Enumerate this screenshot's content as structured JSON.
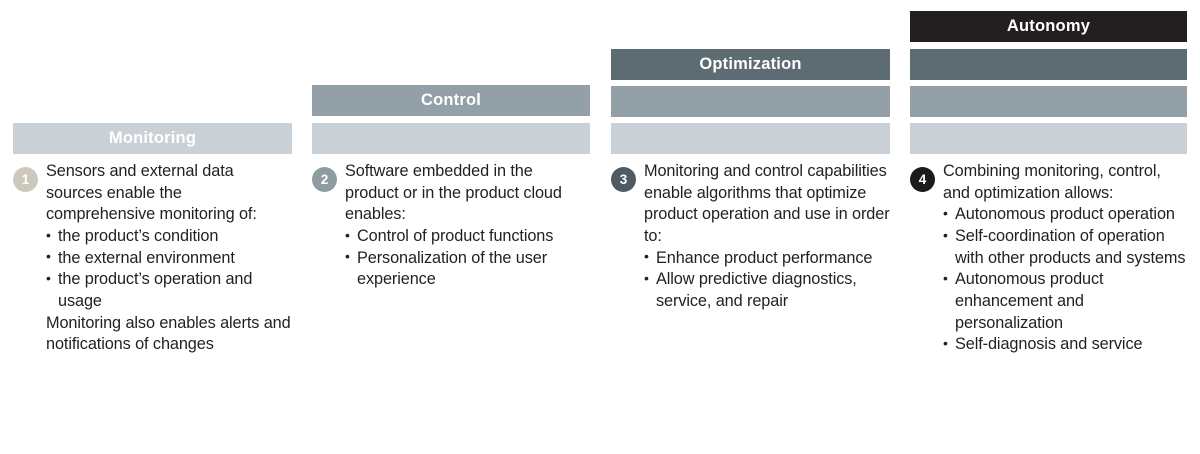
{
  "figure": {
    "type": "capability-staircase",
    "palette": {
      "autonomy": "#231f20",
      "optimization": "#5d6b73",
      "control": "#94a0a7",
      "monitoring": "#c9d1d7",
      "text": "#231f20",
      "label_text": "#ffffff"
    },
    "levels_order": [
      "Monitoring",
      "Control",
      "Optimization",
      "Autonomy"
    ]
  },
  "columns": [
    {
      "id": "monitoring",
      "number": "1",
      "badge_color": "#ccc9bc",
      "header_label": "Monitoring",
      "stack": [
        "monitoring"
      ],
      "intro": "Sensors and external data sources enable the comprehensive monitoring of:",
      "bullets": [
        "the product’s condition",
        "the external environment",
        "the product’s operation and usage"
      ],
      "outro": "Monitoring also enables alerts and notifications of changes"
    },
    {
      "id": "control",
      "number": "2",
      "badge_color": "#8e9ba2",
      "header_label": "Control",
      "stack": [
        "control",
        "monitoring"
      ],
      "intro": "Software embedded in the product or in the product cloud enables:",
      "bullets": [
        "Control of product functions",
        "Personalization of the user experience"
      ],
      "outro": ""
    },
    {
      "id": "optimization",
      "number": "3",
      "badge_color": "#4e5b63",
      "header_label": "Optimization",
      "stack": [
        "optimization",
        "control",
        "monitoring"
      ],
      "intro": "Monitoring and control capabilities enable algorithms that optimize product operation and use in order to:",
      "bullets": [
        "Enhance product performance",
        "Allow predictive diagnostics, service, and repair"
      ],
      "outro": ""
    },
    {
      "id": "autonomy",
      "number": "4",
      "badge_color": "#1c1a1b",
      "header_label": "Autonomy",
      "stack": [
        "autonomy",
        "optimization",
        "control",
        "monitoring"
      ],
      "intro": "Combining monitoring, control, and optimization allows:",
      "bullets": [
        "Autonomous product operation",
        "Self-coordination of operation with other products and systems",
        "Autonomous product enhancement and personalization",
        "Self-diagnosis and service"
      ],
      "outro": ""
    }
  ]
}
